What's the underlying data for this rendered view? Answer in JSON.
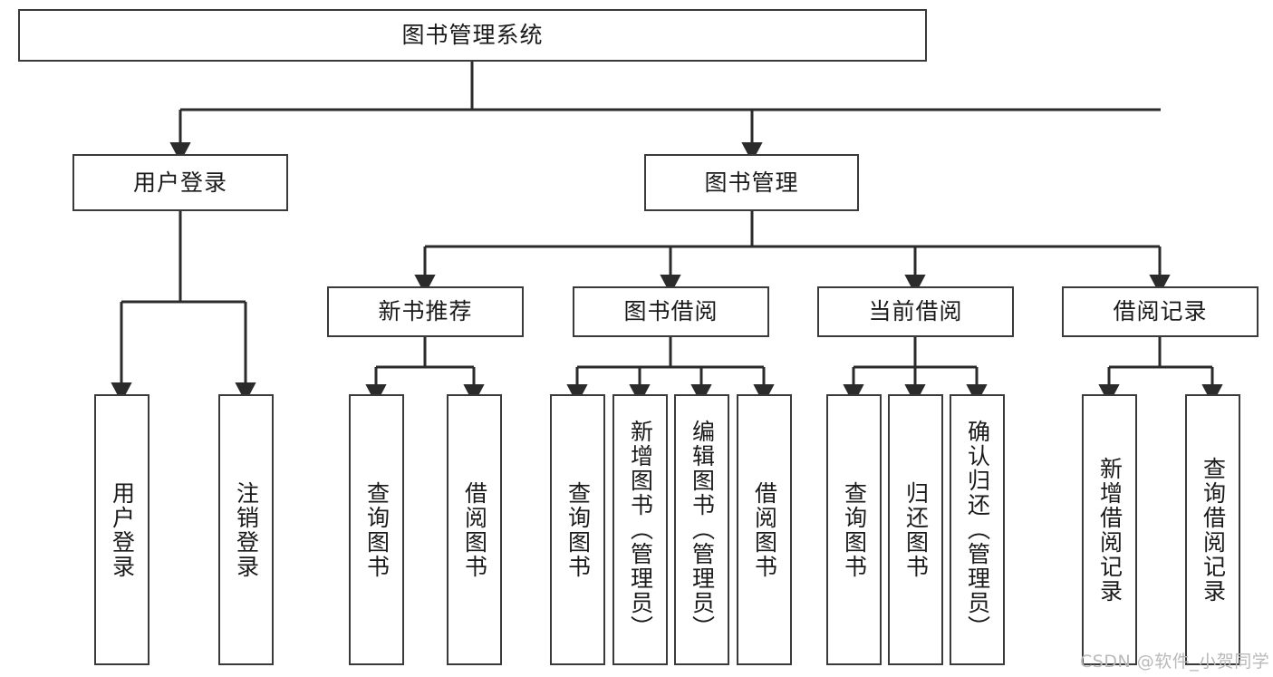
{
  "diagram": {
    "type": "tree",
    "title": "图书管理系统",
    "orientation": "top-down",
    "colors": {
      "box_border": "#3a3a3a",
      "box_fill": "#ffffff",
      "edge": "#2b2b2b",
      "text": "#1a1a1a",
      "watermark": "#b9b9b9"
    },
    "root": {
      "label": "图书管理系统"
    },
    "level2": [
      {
        "label": "用户登录"
      },
      {
        "label": "图书管理"
      }
    ],
    "level3": [
      {
        "label": "新书推荐"
      },
      {
        "label": "图书借阅"
      },
      {
        "label": "当前借阅"
      },
      {
        "label": "借阅记录"
      }
    ],
    "leaves": {
      "user_login": [
        {
          "label": "用户登录"
        },
        {
          "label": "注销登录"
        }
      ],
      "new_book_recommend": [
        {
          "label": "查询图书"
        },
        {
          "label": "借阅图书"
        }
      ],
      "book_borrow": [
        {
          "label": "查询图书"
        },
        {
          "label": "新增图书（管理员）"
        },
        {
          "label": "编辑图书（管理员）"
        },
        {
          "label": "借阅图书"
        }
      ],
      "current_borrow": [
        {
          "label": "查询图书"
        },
        {
          "label": "归还图书"
        },
        {
          "label": "确认归还（管理员）"
        }
      ],
      "borrow_record": [
        {
          "label": "新增借阅记录"
        },
        {
          "label": "查询借阅记录"
        }
      ]
    }
  },
  "watermark": {
    "text": "CSDN @软件_小贺同学"
  }
}
